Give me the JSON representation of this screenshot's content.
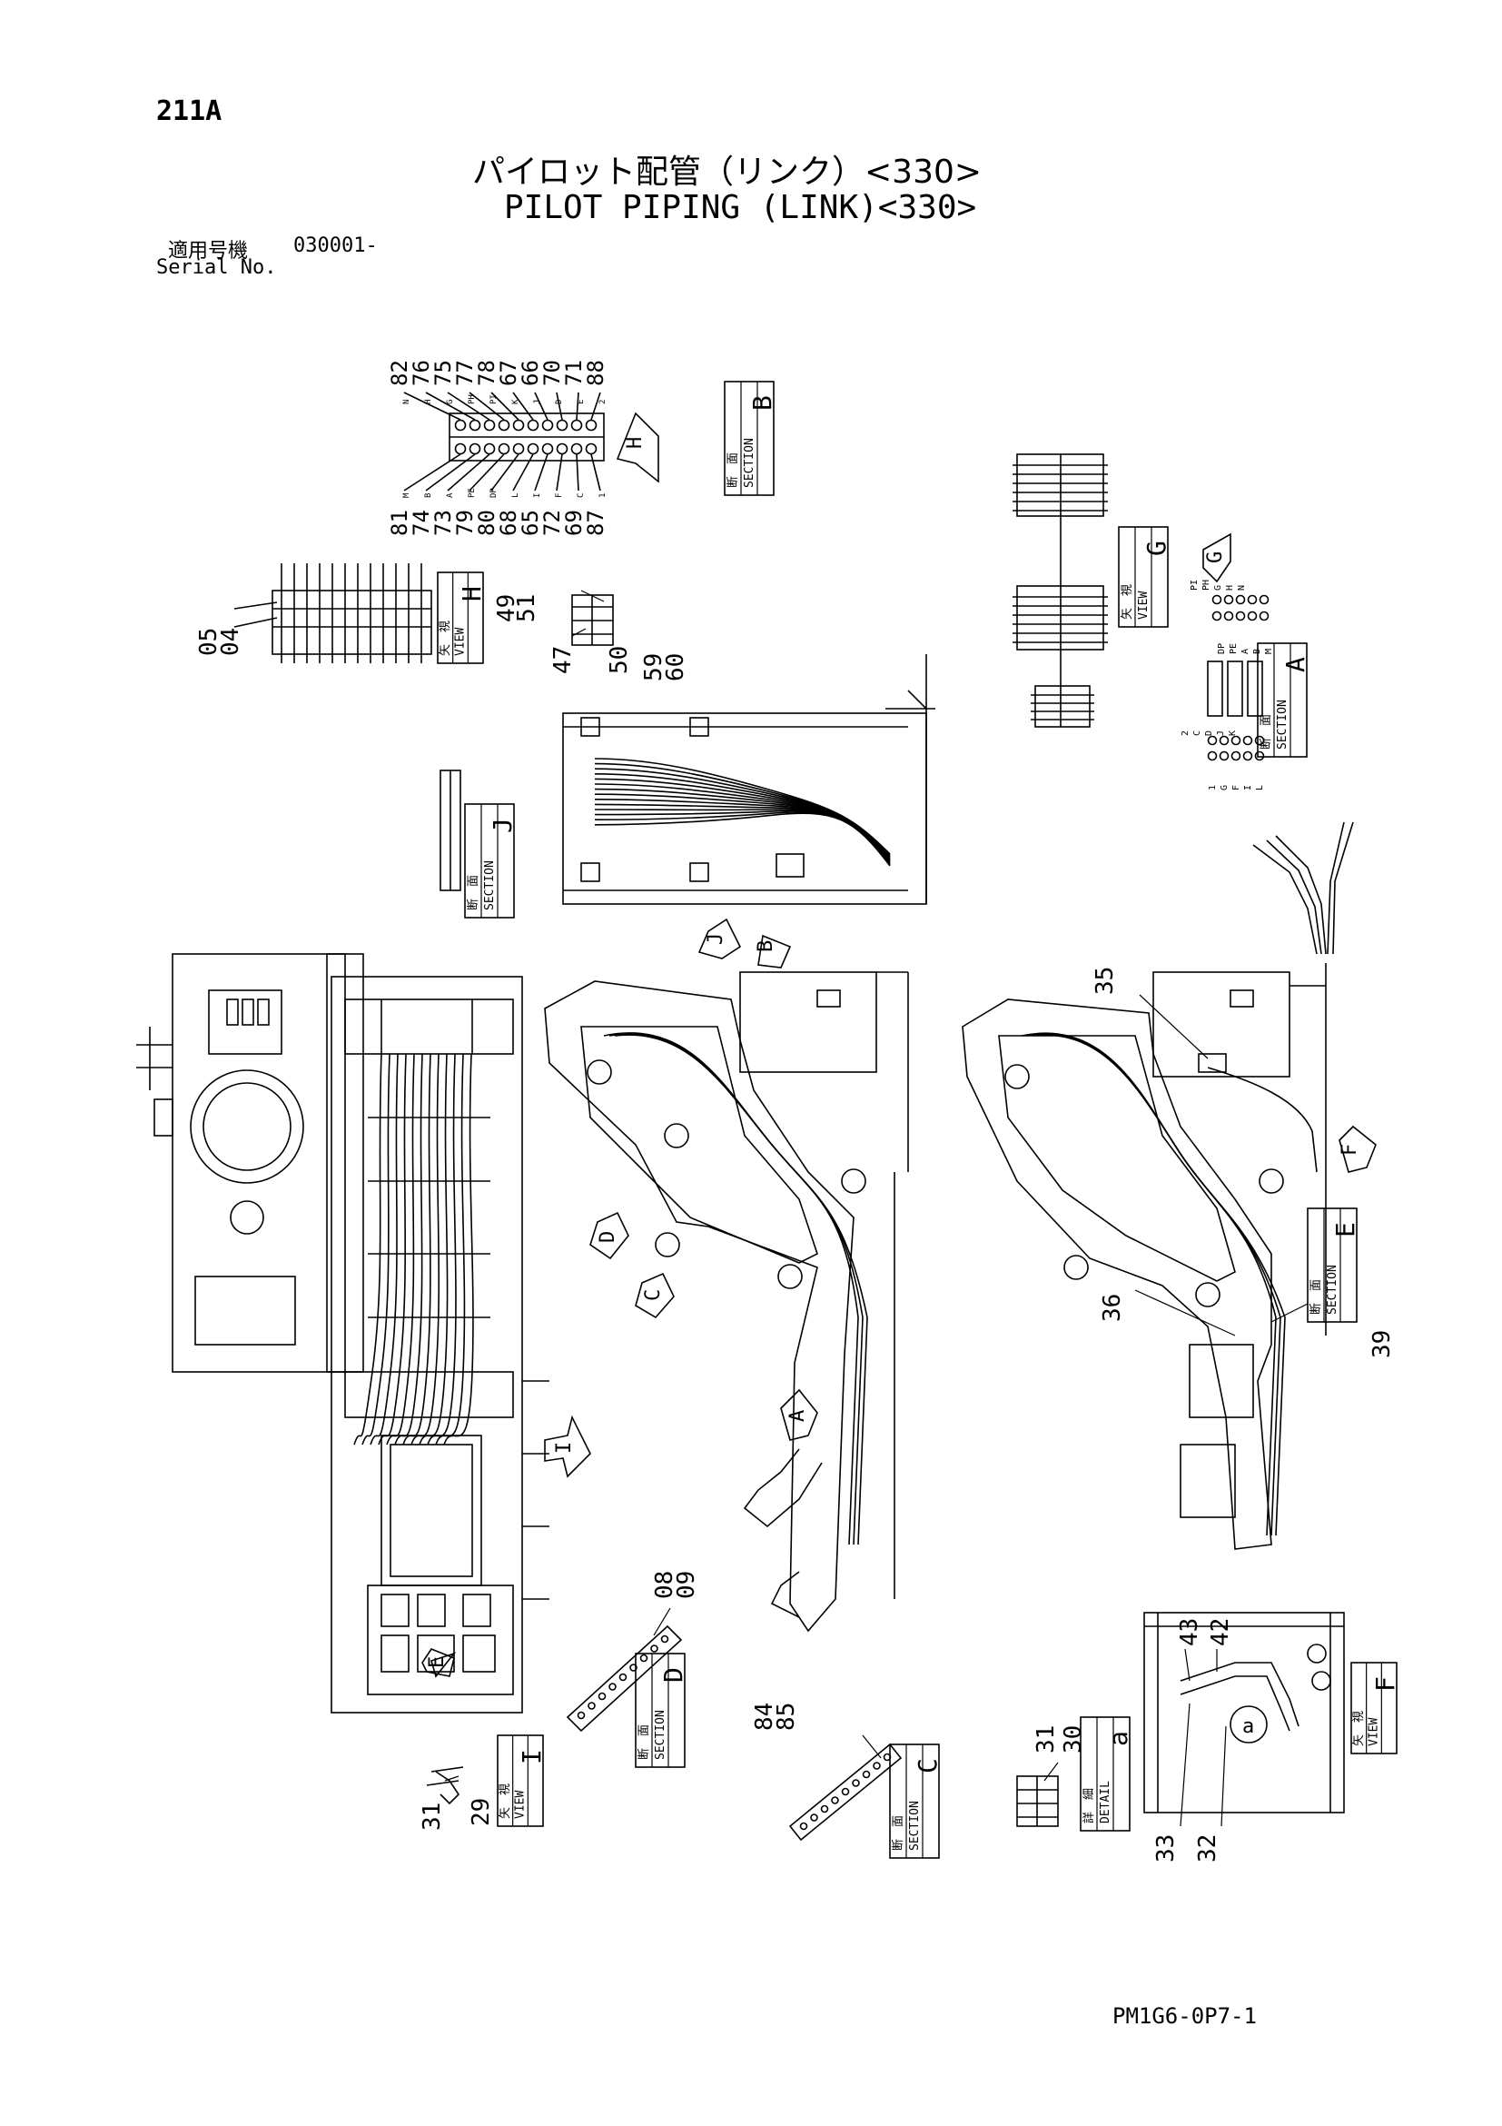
{
  "page_number": "211A",
  "title_jp": "パイロット配管（リンク）<330>",
  "title_en": "PILOT PIPING (LINK)<330>",
  "serial_label_jp": "適用号機",
  "serial_value": "030001-",
  "serial_label_en": "Serial No.",
  "drawing_code": "PM1G6-0P7-1",
  "section_b_top": [
    "82",
    "76",
    "75",
    "77",
    "78",
    "67",
    "66",
    "70",
    "71",
    "88"
  ],
  "section_b_bottom": [
    "81",
    "74",
    "73",
    "79",
    "80",
    "68",
    "65",
    "72",
    "69",
    "87"
  ],
  "section_b_letters_top": [
    "N",
    "H",
    "G",
    "PH",
    "PI",
    "K",
    "J",
    "D",
    "E",
    "2"
  ],
  "section_b_letters_bottom": [
    "M",
    "B",
    "A",
    "PE",
    "DP",
    "L",
    "I",
    "F",
    "C",
    "1"
  ],
  "section_a_letters_top": [
    "PI",
    "PH",
    "G",
    "H",
    "N"
  ],
  "section_a_letters_mid": [
    "DP",
    "PE",
    "A",
    "B",
    "M"
  ],
  "section_a_letters_left": [
    "2",
    "C",
    "D",
    "J",
    "K"
  ],
  "section_a_letters_bottom": [
    "1",
    "G",
    "F",
    "I",
    "L"
  ],
  "labels": {
    "danmen": "断　面",
    "section": "SECTION",
    "yashi": "矢　視",
    "view": "VIEW",
    "shosai": "詳　細",
    "detail": "DETAIL",
    "sec_a": "A",
    "sec_b": "B",
    "sec_c": "C",
    "sec_d": "D",
    "sec_e": "E",
    "sec_j": "J",
    "view_f": "F",
    "view_g": "G",
    "view_h": "H",
    "view_i": "I",
    "detail_a": "a"
  },
  "arrows": [
    "A",
    "B",
    "C",
    "D",
    "E",
    "F",
    "G",
    "H",
    "I",
    "J"
  ],
  "callouts": {
    "c05": "05",
    "c04": "04",
    "c49": "49",
    "c51": "51",
    "c47": "47",
    "c50": "50",
    "c59": "59",
    "c60": "60",
    "c35": "35",
    "c36": "36",
    "c39": "39",
    "c08": "08",
    "c09": "09",
    "c84": "84",
    "c85": "85",
    "c31a": "31",
    "c29": "29",
    "c31b": "31",
    "c30": "30",
    "c43": "43",
    "c42": "42",
    "c33": "33",
    "c32": "32",
    "ca": "a"
  }
}
